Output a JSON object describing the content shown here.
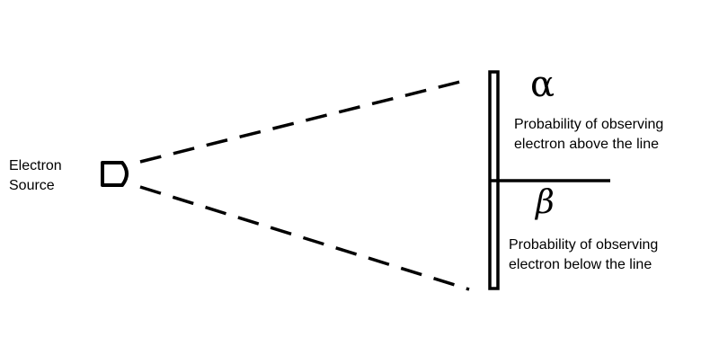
{
  "source": {
    "line1": "Electron",
    "line2": "Source"
  },
  "region_above": {
    "symbol": "α",
    "line1": "Probability of observing",
    "line2": "electron above the line"
  },
  "region_below": {
    "symbol": "β",
    "line1": "Probability of observing",
    "line2": "electron below the line"
  },
  "colors": {
    "stroke": "#000000",
    "background": "#ffffff"
  }
}
